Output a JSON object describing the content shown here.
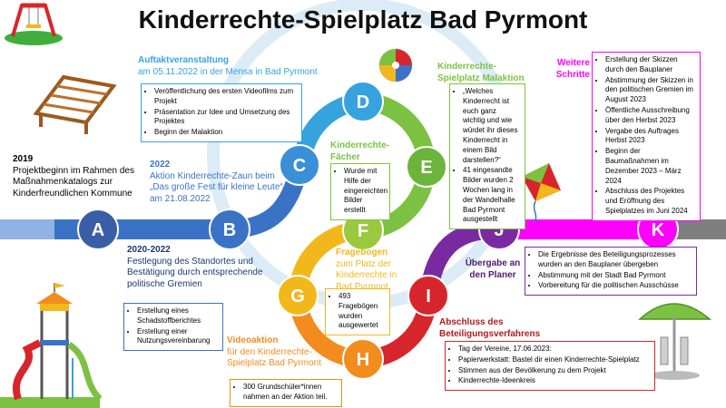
{
  "title": "Kinderrechte-Spielplatz Bad Pyrmont",
  "colors": {
    "blue": "#3a73c6",
    "lightblue": "#36a3de",
    "green": "#7cc242",
    "yellow": "#f2b81b",
    "orange": "#f28c1e",
    "red": "#d7262b",
    "purple": "#7a2aa0",
    "magenta": "#ff00ff",
    "gray": "#7f7f7f"
  },
  "nodes": {
    "A": "A",
    "B": "B",
    "C": "C",
    "D": "D",
    "E": "E",
    "F": "F",
    "G": "G",
    "H": "H",
    "I": "I",
    "J": "J",
    "K": "K"
  },
  "steps": {
    "a": {
      "year": "2019",
      "text": "Projektbeginn im Rahmen des Maßnahmenkatalogs zur Kinderfreundlichen Kommune"
    },
    "b": {
      "year": "2020-2022",
      "text": "Festlegung des Standortes und Bestätigung durch entsprechende politische Gremien",
      "items": [
        "Erstellung eines Schadstoffberichtes",
        "Erstellung einer Nutzungsvereinbarung"
      ]
    },
    "c": {
      "year": "2022",
      "text": "Aktion Kinderrechte-Zaun beim „Das große Fest für kleine Leute“ am 21.08.2022"
    },
    "d": {
      "title": "Auftaktveranstaltung",
      "subtitle": "am 05.11.2022 in der Mensa in Bad Pyrmont",
      "items": [
        "Veröffentlichung des ersten Videofilms zum Projekt",
        "Präsentation zur Idee und Umsetzung des Projektes",
        "Beginn der Malaktion"
      ]
    },
    "e": {
      "title": "Kinderrechte-Spielplatz Malaktion",
      "items": [
        "„Welches Kinderrecht ist euch ganz wichtig und wie würdet ihr dieses Kinderrecht in einem Bild darstellen?“",
        "41 eingesandte Bilder wurden 2 Wochen lang in der Wandelhalle Bad Pyrmont ausgestellt"
      ]
    },
    "f": {
      "title": "Kinderrechte-Fächer",
      "items": [
        "Wurde mit Hilfe der eingereichten Bilder erstellt"
      ]
    },
    "g": {
      "title": "Fragebogen",
      "subtitle": "zum Platz der Kinderrechte in Bad Pyrmont",
      "items": [
        "493 Fragebögen wurden ausgewertet"
      ]
    },
    "h": {
      "title": "Videoaktion",
      "subtitle": "für den Kinderrechte-Spielplatz Bad Pyrmont",
      "items": [
        "300 Grundschüler*innen nahmen an der Aktion teil."
      ]
    },
    "i": {
      "title": "Abschluss des Beteiligungsverfahrens",
      "items": [
        "Tag der Vereine, 17.06.2023:",
        "Papierwerkstatt: Bastel dir einen Kinderrechte-Spielplatz",
        "Stimmen aus der Bevölkerung zu dem Projekt",
        "Kinderrechte-Ideenkreis"
      ]
    },
    "j": {
      "title": "Übergabe an den Planer",
      "items": [
        "Die Ergebnisse des Beteiligungsprozesses wurden an den Bauplaner übergeben",
        "Abstimmung mit der Stadt Bad Pyrmont",
        "Vorbereitung für die politischen Ausschüsse"
      ]
    },
    "k": {
      "title": "Weitere Schritte",
      "items": [
        "Erstellung der Skizzen durch den Bauplaner",
        "Abstimmung der Skizzen in den politischen Gremien im August 2023",
        "Öffentliche Ausschreibung über den Herbst 2023",
        "Vergabe des Auftrages Herbst 2023",
        "Beginn der Baumaßnahmen im Dezember 2023 – März 2024",
        "Abschluss des Projektes und Eröffnung des Spielplatzes im Juni 2024"
      ]
    }
  },
  "illustrations": {
    "top_left": "swing-icon",
    "climbing": "climbing-frame-icon",
    "ball": "beach-ball-icon",
    "kite": "kite-icon",
    "slide": "playground-slide-icon",
    "umbrella": "umbrella-table-icon"
  }
}
